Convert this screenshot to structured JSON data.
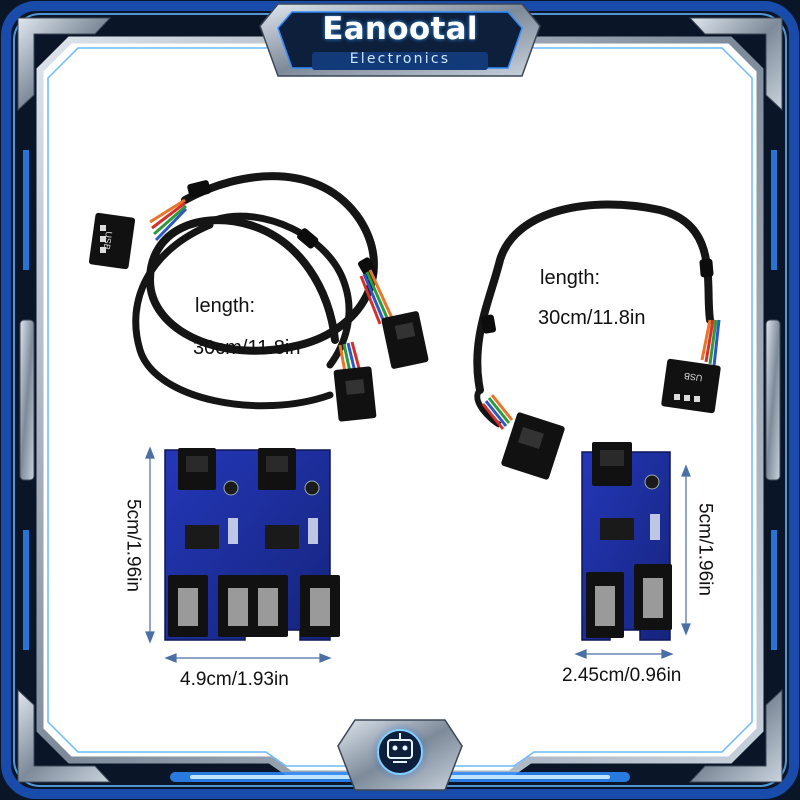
{
  "brand": {
    "name": "Eanootal",
    "subtitle": "Electronics",
    "logo_icon": "robot-face-icon"
  },
  "product_left": {
    "cable_length_title": "length:",
    "cable_length_value": "30cm/11.8in",
    "board_height": "5cm/1.96in",
    "board_width": "4.9cm/1.93in",
    "connector_label": "USB"
  },
  "product_right": {
    "cable_length_title": "length:",
    "cable_length_value": "30cm/11.8in",
    "board_height": "5cm/1.96in",
    "board_width": "2.45cm/0.96in",
    "connector_label": "USB"
  },
  "colors": {
    "frame_dark": "#0a1628",
    "frame_accent": "#2f8cff",
    "board_blue": "#1c2fa0",
    "cable_black": "#151515",
    "wire_orange": "#e8752a",
    "wire_green": "#2f9a3a",
    "wire_blue": "#2d56c8",
    "wire_red": "#d3322c"
  }
}
